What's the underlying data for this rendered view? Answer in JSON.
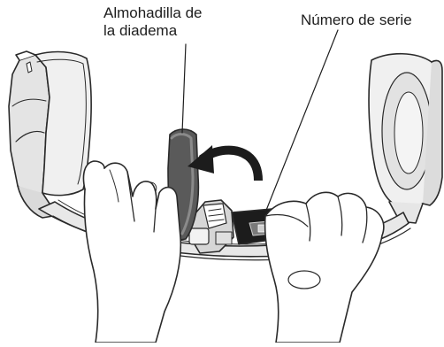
{
  "callouts": {
    "headband_pad": {
      "line1": "Almohadilla de",
      "line2": "la diadema"
    },
    "serial_number": {
      "label": "Número de serie"
    }
  },
  "colors": {
    "line": "#2a2a2a",
    "pad_dark": "#5a5a5a",
    "pad_highlight": "#8a8a8a",
    "serial_area": "#1c1c1c",
    "ear_cushion": "#eeeeee",
    "shade": "#d9d9d9",
    "background": "#ffffff"
  },
  "icons": [
    "curved-arrow-icon"
  ]
}
